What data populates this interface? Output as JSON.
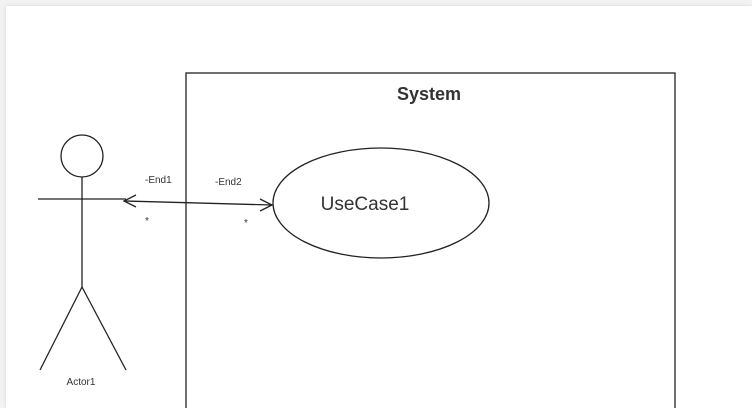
{
  "diagram": {
    "type": "use-case",
    "system": {
      "label": "System"
    },
    "use_case": {
      "label": "UseCase1"
    },
    "actor": {
      "label": "Actor1"
    },
    "association": {
      "end1_role": "-End1",
      "end1_multiplicity": "*",
      "end2_role": "-End2",
      "end2_multiplicity": "*"
    }
  },
  "colors": {
    "background": "#ffffff",
    "outer_background": "#f2f2f2",
    "stroke": "#222222",
    "text": "#333333"
  }
}
